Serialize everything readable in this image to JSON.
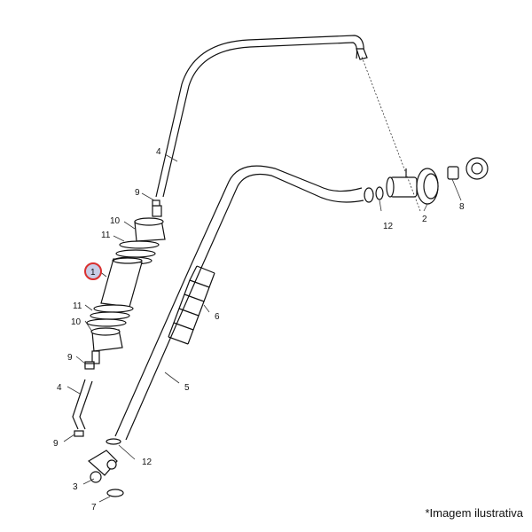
{
  "callouts": {
    "c1": "1",
    "c2": "2",
    "c3": "3",
    "c4a": "4",
    "c4b": "4",
    "c5": "5",
    "c6": "6",
    "c7": "7",
    "c8": "8",
    "c9a": "9",
    "c9b": "9",
    "c9c": "9",
    "c10a": "10",
    "c10b": "10",
    "c11a": "11",
    "c11b": "11",
    "c12a": "12",
    "c12b": "12"
  },
  "caption": "*Imagem ilustrativa",
  "colors": {
    "highlight_fill": "#c8cde6",
    "highlight_ring": "#d9302f"
  }
}
